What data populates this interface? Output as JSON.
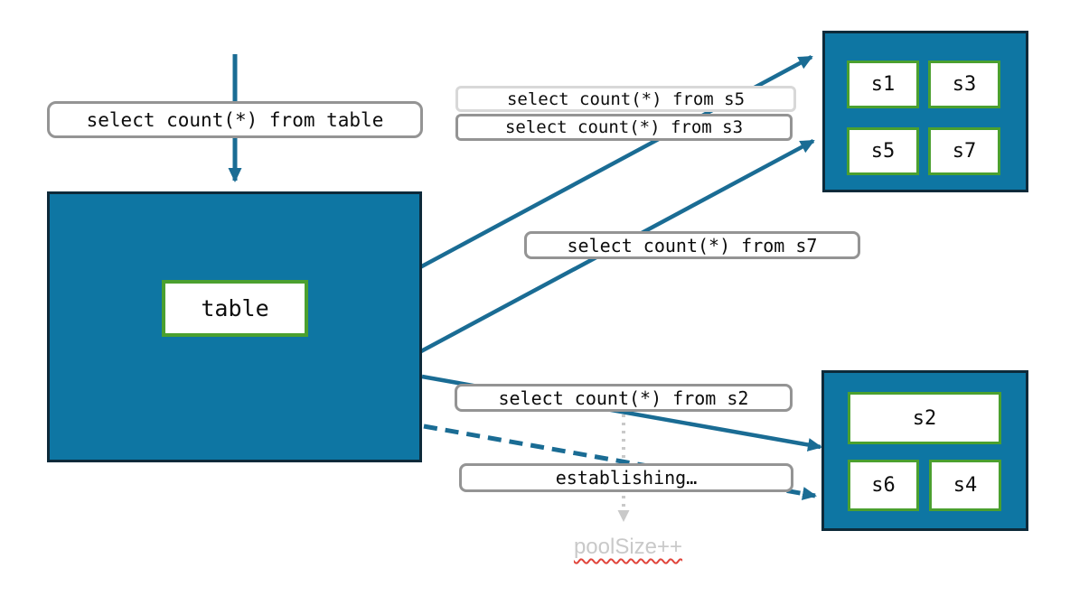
{
  "labels": {
    "query_table": "select count(*) from table",
    "query_s5": "select count(*) from s5",
    "query_s3": "select count(*) from s3",
    "query_s7": "select count(*) from s7",
    "query_s2": "select count(*) from s2",
    "establishing": "establishing…",
    "pool_size": "poolSize++"
  },
  "table_node": {
    "label": "table"
  },
  "shards": {
    "top": [
      "s1",
      "s3",
      "s5",
      "s7"
    ],
    "bottom": [
      "s2",
      "s6",
      "s4"
    ]
  },
  "colors": {
    "teal_fill": "#0e76a3",
    "box_border": "#0d2a3a",
    "green_border": "#4ba02f",
    "arrow": "#1a6c94",
    "label_border": "#949494",
    "label_border_light": "#d8d8d8",
    "pool_text": "#c9c9c9",
    "dotted_arrow": "#c9c9c9",
    "squiggle": "#e0443a",
    "text": "#0d0d0d"
  }
}
